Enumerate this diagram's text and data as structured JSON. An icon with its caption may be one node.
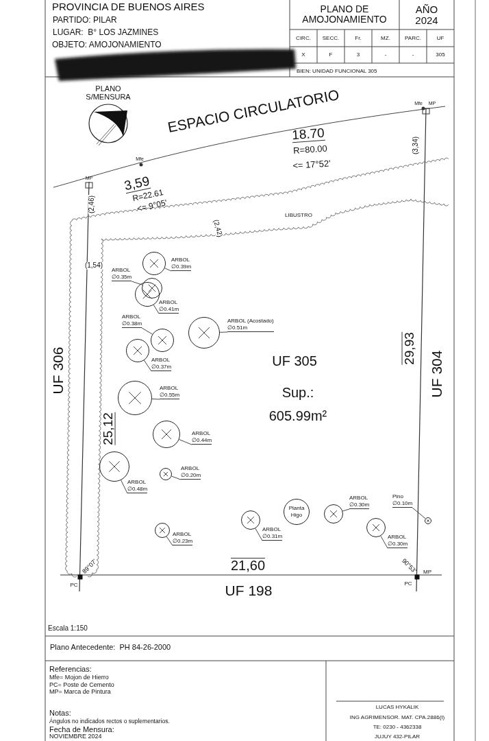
{
  "diagram": {
    "nodes": [
      {
        "text": [
          "ARBOL",
          "∅0.39m"
        ]
      },
      {
        "text": [],
        "shape": "circle"
      },
      {
        "text": [
          "ARBOL",
          "∅0.35m"
        ]
      },
      {
        "text": [],
        "shape": "circle"
      },
      {
        "text": [
          "ARBOL",
          "∅0.41m"
        ]
      },
      {
        "text": [],
        "shape": "circle"
      },
      {
        "text": [
          "ARBOL",
          "∅0.38m"
        ]
      },
      {
        "text": [],
        "shape": "circle"
      },
      {
        "text": [
          "ARBOL",
          "∅0.37m"
        ]
      },
      {
        "text": [],
        "shape": "circle"
      },
      {
        "text": [
          "ARBOL (Acostado)",
          "∅0.51m"
        ]
      },
      {
        "text": [],
        "shape": "circle"
      },
      {
        "text": [
          "ARBOL",
          "∅0.55m"
        ]
      },
      {
        "text": [],
        "shape": "circle"
      },
      {
        "text": [
          "ARBOL",
          "∅0.44m"
        ]
      },
      {
        "text": [],
        "shape": "circle"
      },
      {
        "text": [
          "ARBOL",
          "∅0.48m"
        ]
      },
      {
        "text": [],
        "shape": "circle"
      },
      {
        "text": [
          "ARBOL",
          "∅0.20m"
        ]
      },
      {
        "text": [],
        "shape": "circle"
      },
      {
        "text": [
          "ARBOL",
          "∅0.23m"
        ]
      },
      {
        "text": [],
        "shape": "circle"
      },
      {
        "text": [
          "ARBOL",
          "∅0.31m"
        ]
      },
      {
        "text": [],
        "shape": "circle"
      },
      {
        "text": [
          "Planta Higo"
        ]
      },
      {
        "text": [
          "ARBOL",
          "∅0.30m"
        ]
      },
      {
        "text": [],
        "shape": "circle"
      },
      {
        "text": [
          "ARBOL",
          "∅0.30m"
        ]
      },
      {
        "text": [],
        "shape": "circle"
      },
      {
        "text": [
          "Pino",
          "∅0.10m"
        ]
      },
      {
        "text": [],
        "shape": "circle"
      }
    ],
    "edges": [
      {
        "from": 0,
        "to": 1,
        "arrow": "none"
      },
      {
        "from": 2,
        "to": 3,
        "arrow": "none"
      },
      {
        "from": 4,
        "to": 5,
        "arrow": "none"
      },
      {
        "from": 6,
        "to": 7,
        "arrow": "none"
      },
      {
        "from": 8,
        "to": 9,
        "arrow": "none"
      },
      {
        "from": 10,
        "to": 11,
        "arrow": "none"
      },
      {
        "from": 12,
        "to": 13,
        "arrow": "none"
      },
      {
        "from": 14,
        "to": 15,
        "arrow": "none"
      },
      {
        "from": 16,
        "to": 17,
        "arrow": "none"
      },
      {
        "from": 18,
        "to": 19,
        "arrow": "none"
      },
      {
        "from": 20,
        "to": 21,
        "arrow": "none"
      },
      {
        "from": 22,
        "to": 23,
        "arrow": "none"
      },
      {
        "from": 25,
        "to": 26,
        "arrow": "none"
      },
      {
        "from": 27,
        "to": 28,
        "arrow": "none"
      },
      {
        "from": 29,
        "to": 30,
        "arrow": "none"
      }
    ],
    "labels": [
      "PROVINCIA DE BUENOS AIRES",
      "PARTIDO: PILAR",
      "LUGAR:  B° LOS JAZMINES",
      "OBJETO: AMOJONAMIENTO",
      "PLANO DE AMOJONAMIENTO",
      "AÑO 2024",
      "CIRC.",
      "SECC.",
      "Fr.",
      "MZ.",
      "PARC.",
      "UF",
      "X",
      "F",
      "3",
      "-",
      "-",
      "305",
      "BIEN: UNIDAD FUNCIONAL 305",
      "PLANO S/MENSURA",
      "ESPACIO CIRCULATORIO",
      "18.70",
      "R=80.00",
      "<= 17°52'",
      "3,59",
      "R=22.61",
      "<= 9°05'",
      "Mfe",
      "MP",
      "Mfe",
      "MP",
      "(3,34)",
      "(2,46)",
      "LIBUSTRO",
      "(2,42)",
      "(1,54)",
      "UF 306",
      "25,12",
      "UF 305",
      "Sup.:",
      "605.99m²",
      "29,93",
      "UF 304",
      "89°07'",
      "PC",
      "21,60",
      "90°53'",
      "MP",
      "PC",
      "UF 198",
      "Escala 1:150",
      "Plano Antecedente:  PH 84-26-2000",
      "Referencias:",
      "Mfe= Mojon de Hierro",
      "PC= Poste de Cemento",
      "MP= Marca de Pintura",
      "Notas:",
      "Ángulos no indicados rectos o suplementarios.",
      "Fecha de Mensura:",
      "NOVIEMBRE 2024",
      "LUCAS HYKALIK",
      "ING AGRIMENSOR. MAT. CPA.2886(I)",
      "TE: 0230 - 4362338",
      "JUJUY 432-PILAR"
    ]
  }
}
